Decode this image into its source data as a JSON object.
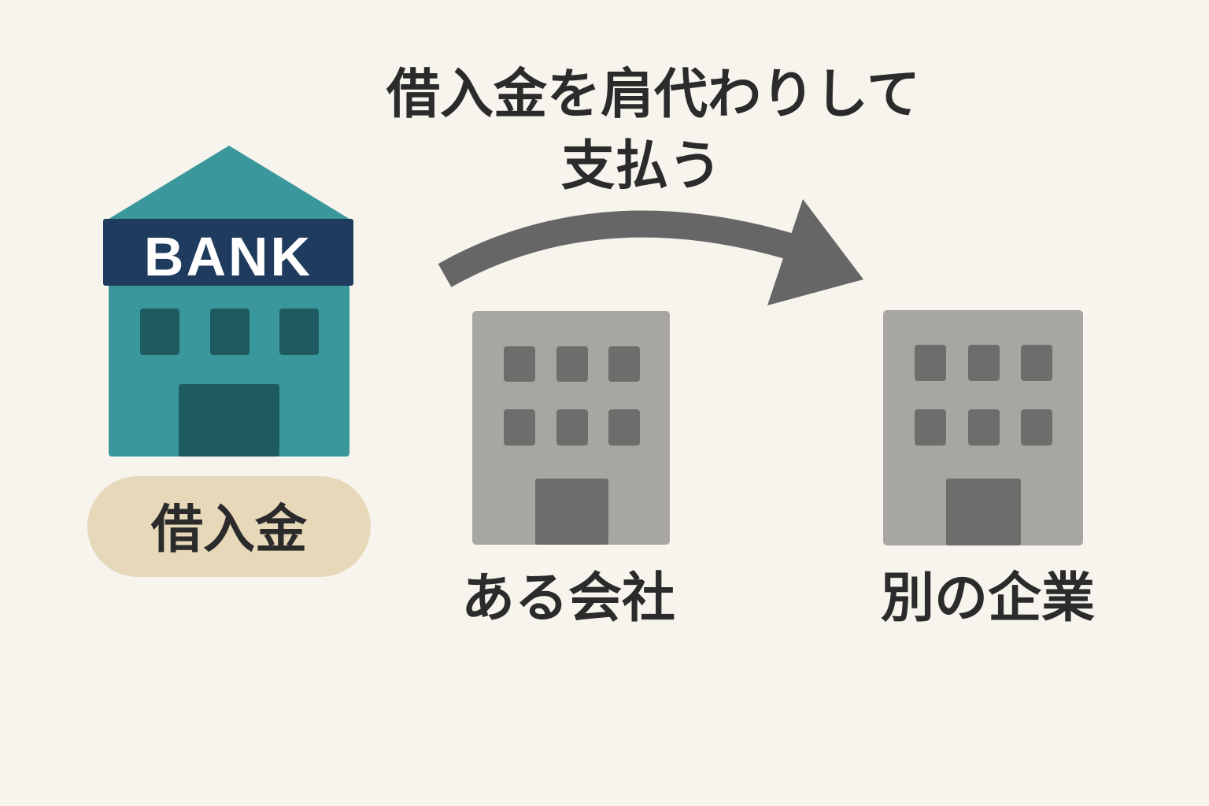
{
  "title": {
    "line1": "借入金を肩代わりして",
    "line2": "支払う"
  },
  "bank": {
    "sign": "BANK",
    "pill_label": "借入金",
    "colors": {
      "roof": "#3a979b",
      "sign": "#1f3b5e",
      "body": "#3a979b",
      "window": "#1e5b60",
      "pill": "#e6d8b8"
    }
  },
  "company_a": {
    "label": "ある会社"
  },
  "company_b": {
    "label": "別の企業"
  },
  "colors": {
    "background": "#f7f4ee",
    "arrow": "#666666",
    "building": "#a8a6a3",
    "building_window": "#6e6d6b",
    "text": "#2b2b2b"
  }
}
